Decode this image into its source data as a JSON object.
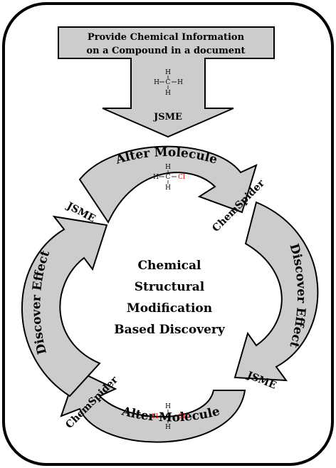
{
  "colors": {
    "arrow_fill": "#cccccc",
    "stroke": "#000000",
    "chlorine": "#e00000",
    "background": "#ffffff"
  },
  "top_box": {
    "line1": "Provide Chemical Information",
    "line2": "on a Compound in a document"
  },
  "top_molecule": {
    "h": "H",
    "c": "C",
    "bond_h": "—",
    "bond_v": "|"
  },
  "top_arrow_label": "JSME",
  "center": {
    "line1": "Chemical",
    "line2": "Structural",
    "line3": "Modification",
    "line4": "Based Discovery"
  },
  "cycle": {
    "top_arrow": "Alter Molecule",
    "right_arrow": "Discover Effect",
    "bottom_arrow": "Alter Molecule",
    "left_arrow": "Discover Effect",
    "label_jsme_left": "JSME",
    "label_jsme_right": "JSME",
    "label_chemspider_right": "ChemSpider",
    "label_chemspider_left": "ChemSpider"
  },
  "molecule_top": {
    "h": "H",
    "c": "C",
    "cl": "Cl"
  },
  "molecule_bottom": {
    "h": "H",
    "c": "C",
    "cl": "Cl"
  }
}
